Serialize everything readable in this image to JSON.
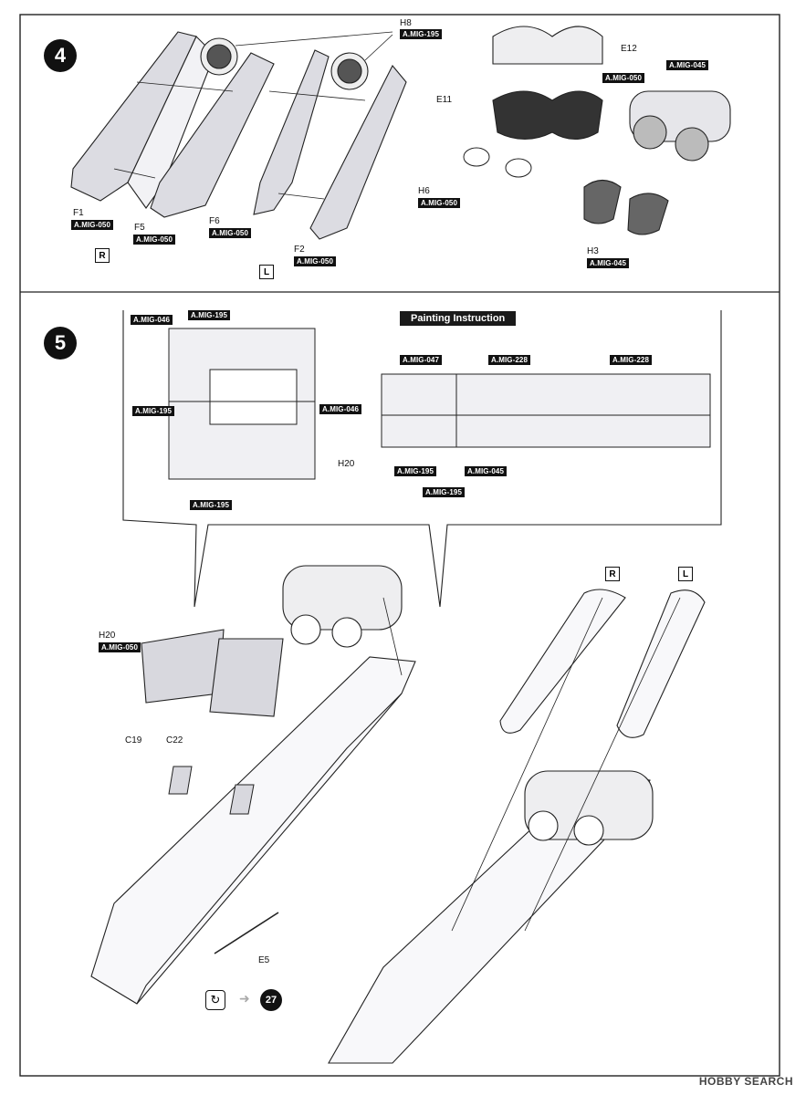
{
  "steps": [
    {
      "number": "4"
    },
    {
      "number": "5"
    }
  ],
  "step4": {
    "parts": {
      "h8": "H8",
      "f1": "F1",
      "f5": "F5",
      "f6": "F6",
      "f2": "F2",
      "e12": "E12",
      "e11": "E11",
      "h6": "H6",
      "h3": "H3"
    },
    "paints": {
      "h8": "A.MIG-195",
      "f1": "A.MIG-050",
      "f5": "A.MIG-050",
      "f6": "A.MIG-050",
      "f2": "A.MIG-050",
      "e12_area": "A.MIG-050",
      "nacelle": "A.MIG-045",
      "h6": "A.MIG-050",
      "h3": "A.MIG-045"
    },
    "sides": {
      "right": "R",
      "left": "L"
    }
  },
  "step5": {
    "painting_title": "Painting Instruction",
    "detail_paints": {
      "tl1": "A.MIG-046",
      "tl2": "A.MIG-195",
      "ml": "A.MIG-195",
      "mr": "A.MIG-046",
      "bl": "A.MIG-195"
    },
    "detail_part": "H20",
    "side_paints": {
      "a": "A.MIG-047",
      "b": "A.MIG-228",
      "c": "A.MIG-228",
      "d": "A.MIG-195",
      "e": "A.MIG-045",
      "f": "A.MIG-195"
    },
    "parts": {
      "h20": "H20",
      "c19": "C19",
      "c22": "C22",
      "e5": "E5"
    },
    "h20_paint": "A.MIG-050",
    "sides": {
      "right": "R",
      "left": "L"
    },
    "ref_number": "27"
  },
  "footer": {
    "logo_text": "HOBBY SEARCH"
  }
}
